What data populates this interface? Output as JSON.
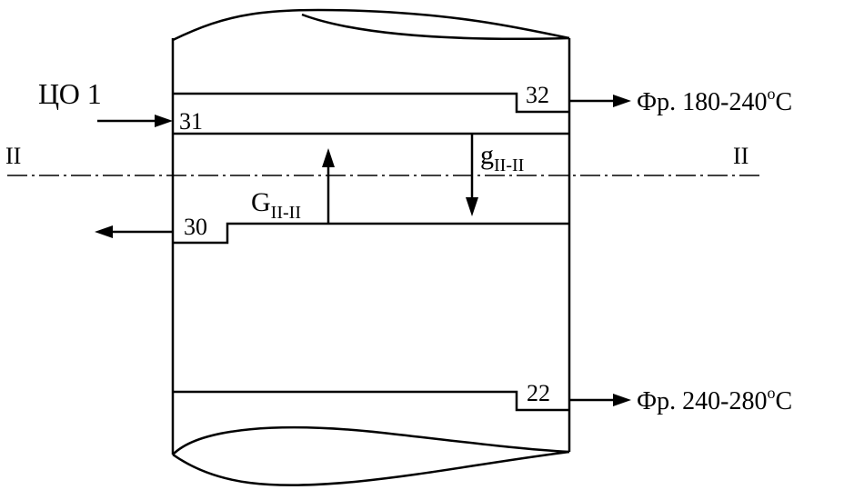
{
  "labels": {
    "feed_name": "ЦО 1",
    "tray_31": "31",
    "tray_32": "32",
    "tray_30": "30",
    "tray_22": "22",
    "section_left": "II",
    "section_right": "II",
    "vapor_flow": "G",
    "vapor_subscript": "II-II",
    "liquid_flow": "g",
    "liquid_subscript": "II-II",
    "product_top": "Фр. 180-240",
    "product_top_degree": "o",
    "product_top_unit": "C",
    "product_bottom": "Фр. 240-280",
    "product_bottom_degree": "o",
    "product_bottom_unit": "C"
  },
  "colors": {
    "stroke": "#000000",
    "background": "#ffffff"
  }
}
